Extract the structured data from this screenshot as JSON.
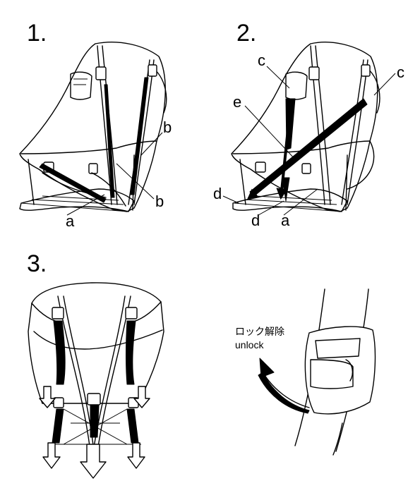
{
  "steps": {
    "one": "1.",
    "two": "2.",
    "three": "3."
  },
  "labels": {
    "a1": "a",
    "b_upper": "b",
    "b_lower": "b",
    "c_left": "c",
    "c_right": "c",
    "e": "e",
    "d_left": "d",
    "d_bottom": "d",
    "a2": "a"
  },
  "unlock": {
    "ja": "ロック解除",
    "en": "unlock"
  }
}
